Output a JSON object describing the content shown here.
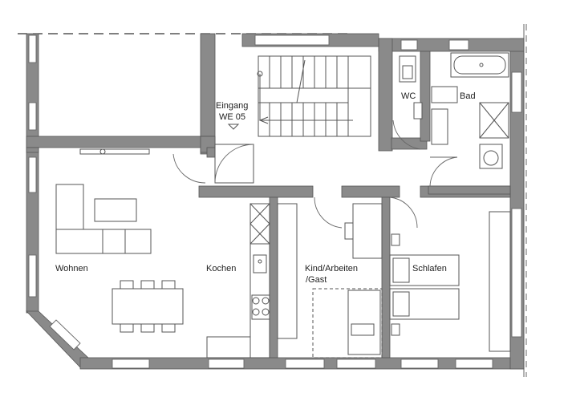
{
  "colors": {
    "wall": "#8a8a8a",
    "line": "#555555",
    "background": "#ffffff"
  },
  "labels": {
    "entrance": "Eingang",
    "unit": "WE 05",
    "wc": "WC",
    "bath": "Bad",
    "living": "Wohnen",
    "kitchen": "Kochen",
    "child_line1": "Kind/Arbeiten",
    "child_line2": "/Gast",
    "bedroom": "Schlafen"
  }
}
